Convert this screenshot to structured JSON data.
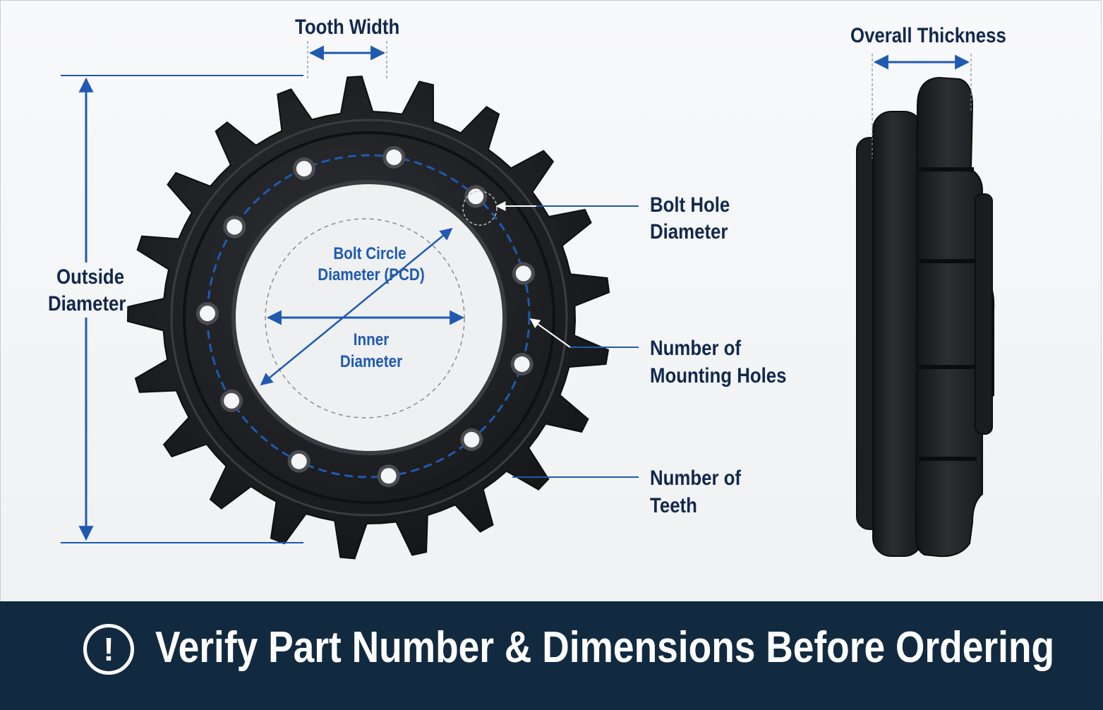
{
  "labels": {
    "tooth_width": "Tooth Width",
    "overall_thickness": "Overall Thickness",
    "outside_diameter": [
      "Outside",
      "Diameter"
    ],
    "bolt_hole_diameter": [
      "Bolt Hole",
      "Diameter"
    ],
    "number_of_mounting_holes": [
      "Number of",
      "Mounting Holes"
    ],
    "number_of_teeth": [
      "Number of",
      "Teeth"
    ],
    "bolt_circle_diameter": [
      "Bolt Circle",
      "Diameter (PCD)"
    ],
    "inner_diameter": [
      "Inner",
      "Diameter"
    ]
  },
  "banner": {
    "icon": "exclamation-circle-icon",
    "icon_glyph": "!",
    "text": "Verify Part Number & Dimensions Before Ordering"
  },
  "colors": {
    "dimension_line": "#1f5ab0",
    "label_text": "#12284d",
    "banner_background": "#122a40",
    "sprocket_metal": "#1f2023"
  },
  "sprocket": {
    "teeth": 21,
    "mounting_holes": 11
  }
}
